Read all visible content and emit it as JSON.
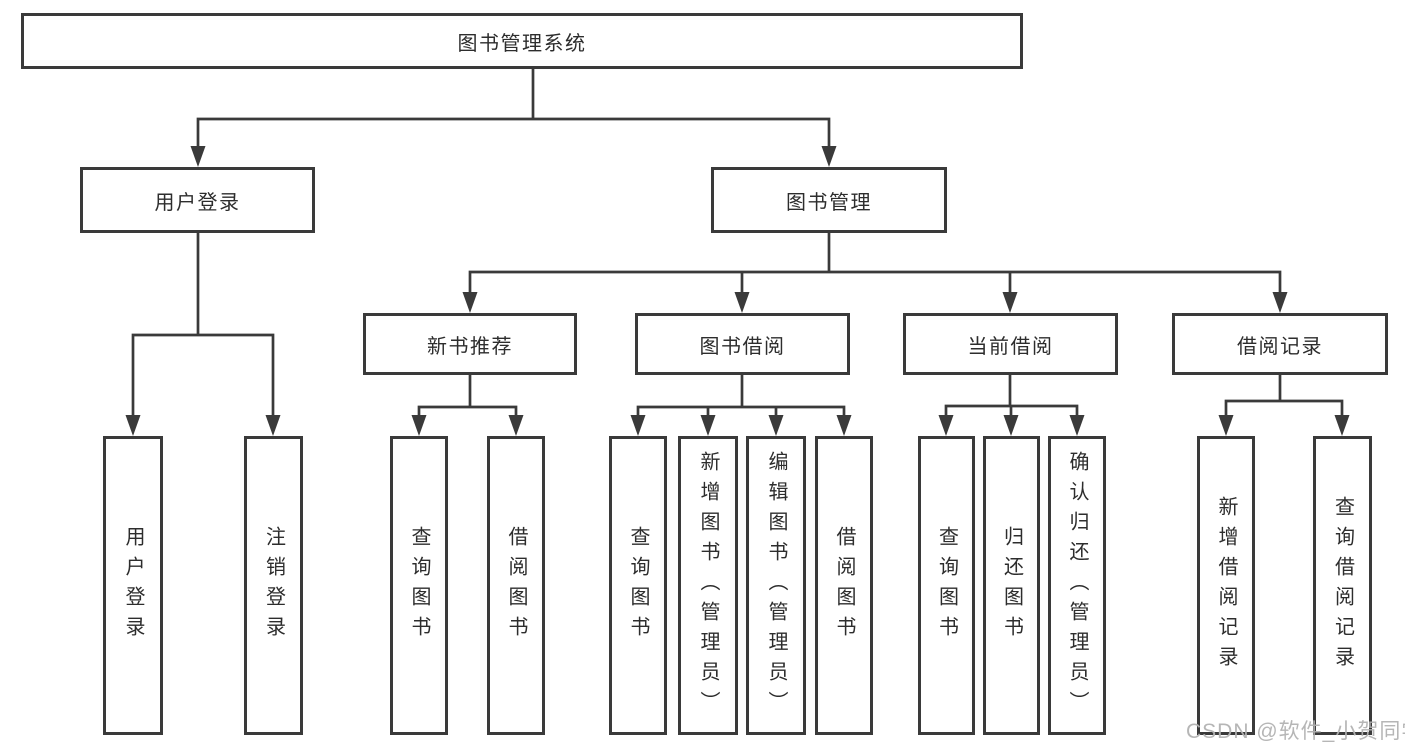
{
  "colors": {
    "line": "#3a3a3a",
    "text": "#2d2d2d",
    "background": "#ffffff",
    "watermark": "#b2b2b2"
  },
  "tree": {
    "root": "图书管理系统",
    "branches": [
      {
        "label": "用户登录",
        "children": [
          {
            "label": "用户登录"
          },
          {
            "label": "注销登录"
          }
        ]
      },
      {
        "label": "图书管理",
        "children": [
          {
            "label": "新书推荐",
            "children": [
              {
                "label": "查询图书"
              },
              {
                "label": "借阅图书"
              }
            ]
          },
          {
            "label": "图书借阅",
            "children": [
              {
                "label": "查询图书"
              },
              {
                "label": "新增图书（管理员）"
              },
              {
                "label": "编辑图书（管理员）"
              },
              {
                "label": "借阅图书"
              }
            ]
          },
          {
            "label": "当前借阅",
            "children": [
              {
                "label": "查询图书"
              },
              {
                "label": "归还图书"
              },
              {
                "label": "确认归还（管理员）"
              }
            ]
          },
          {
            "label": "借阅记录",
            "children": [
              {
                "label": "新增借阅记录"
              },
              {
                "label": "查询借阅记录"
              }
            ]
          }
        ]
      }
    ]
  },
  "watermark": "CSDN @软件_小贺同学"
}
